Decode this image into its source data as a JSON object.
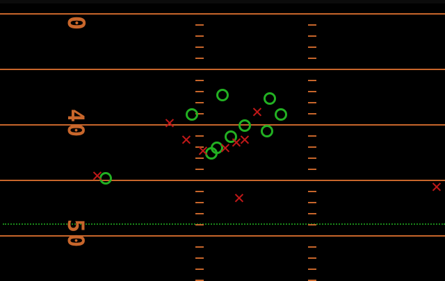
{
  "colors": {
    "line": "#c8662b",
    "number": "#c8662b",
    "offense": "#22b022",
    "defense": "#c01818",
    "scrimmage": "#1a8a1a"
  },
  "yard_numbers": [
    {
      "label": "0",
      "part": "top"
    },
    {
      "label": "40",
      "part": "forty"
    },
    {
      "label": "50",
      "part": "fifty"
    }
  ],
  "players": {
    "offense_symbol": "O",
    "defense_symbol": "✕"
  }
}
